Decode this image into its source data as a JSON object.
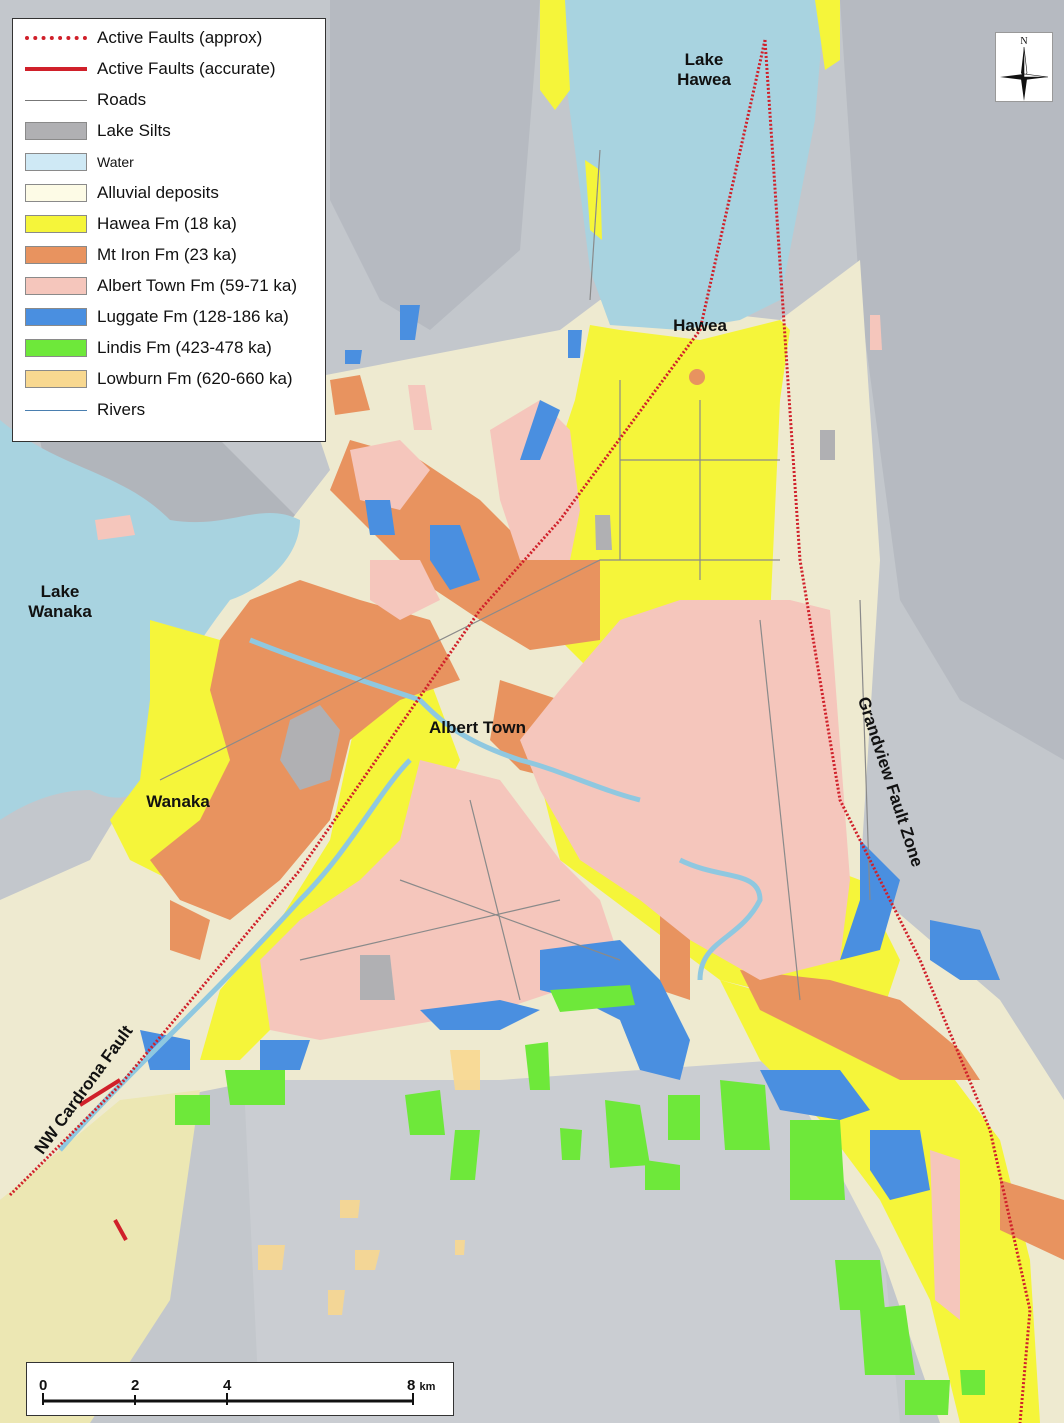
{
  "legend": {
    "items": [
      {
        "label": "Active Faults (approx)",
        "type": "dotted",
        "color": "#d0202a"
      },
      {
        "label": "Active Faults (accurate)",
        "type": "solid",
        "color": "#d0202a"
      },
      {
        "label": "Roads",
        "type": "thin",
        "color": "#777777"
      },
      {
        "label": "Lake Silts",
        "type": "box",
        "color": "#b0b0b3"
      },
      {
        "label": "Water",
        "type": "box",
        "color": "#cfe9f5"
      },
      {
        "label": "Alluvial deposits",
        "type": "box",
        "color": "#fdfbe6"
      },
      {
        "label": "Hawea Fm (18 ka)",
        "type": "box",
        "color": "#f5f53a"
      },
      {
        "label": "Mt Iron Fm (23 ka)",
        "type": "box",
        "color": "#e8935f"
      },
      {
        "label": "Albert Town Fm (59-71 ka)",
        "type": "box",
        "color": "#f5c6bc"
      },
      {
        "label": "Luggate Fm (128-186 ka)",
        "type": "box",
        "color": "#4a8fe0"
      },
      {
        "label": "Lindis Fm (423-478 ka)",
        "type": "box",
        "color": "#6ee83a"
      },
      {
        "label": "Lowburn Fm (620-660 ka)",
        "type": "box",
        "color": "#f8d890"
      },
      {
        "label": "Rivers",
        "type": "thin",
        "color": "#4a7fb0"
      }
    ]
  },
  "labels": {
    "lake_hawea": "Lake\nHawea",
    "hawea": "Hawea",
    "lake_wanaka": "Lake\nWanaka",
    "albert_town": "Albert Town",
    "wanaka": "Wanaka",
    "grandview": "Grandview Fault Zone",
    "cardrona": "NW Cardrona Fault"
  },
  "north_arrow": {
    "letter": "N"
  },
  "scale_bar": {
    "ticks": [
      "0",
      "2",
      "4",
      "8"
    ],
    "unit": "km"
  },
  "colors": {
    "terrain": "#c3c7cc",
    "lake": "#a8d3e0",
    "alluvial": "#eeead0",
    "hawea": "#f5f53a",
    "mt_iron": "#e8935f",
    "albert_town": "#f5c6bc",
    "luggate": "#4a8fe0",
    "lindis": "#6ee83a",
    "lowburn": "#f8d890",
    "lake_silts": "#b0b0b3",
    "fault": "#d0202a"
  }
}
